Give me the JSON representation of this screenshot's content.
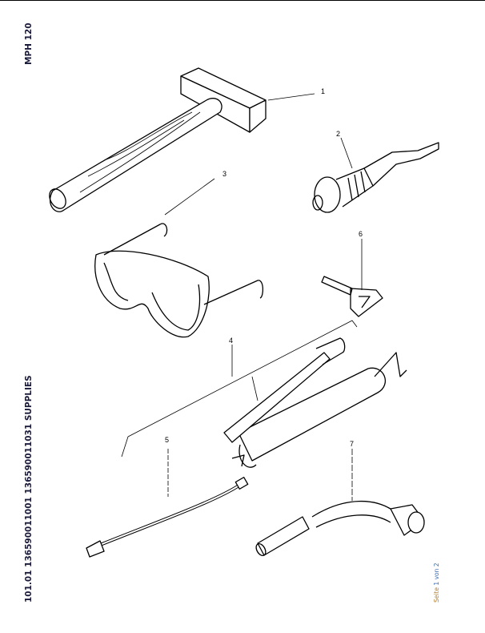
{
  "header": {
    "model": "MPH 120"
  },
  "title": "101.01 136590011001 136590011031 SUPPLIES",
  "pagination": {
    "seite": "Seite",
    "current": "1",
    "von": "von",
    "total": "2"
  },
  "callouts": [
    "1",
    "2",
    "3",
    "4",
    "5",
    "6",
    "7"
  ]
}
